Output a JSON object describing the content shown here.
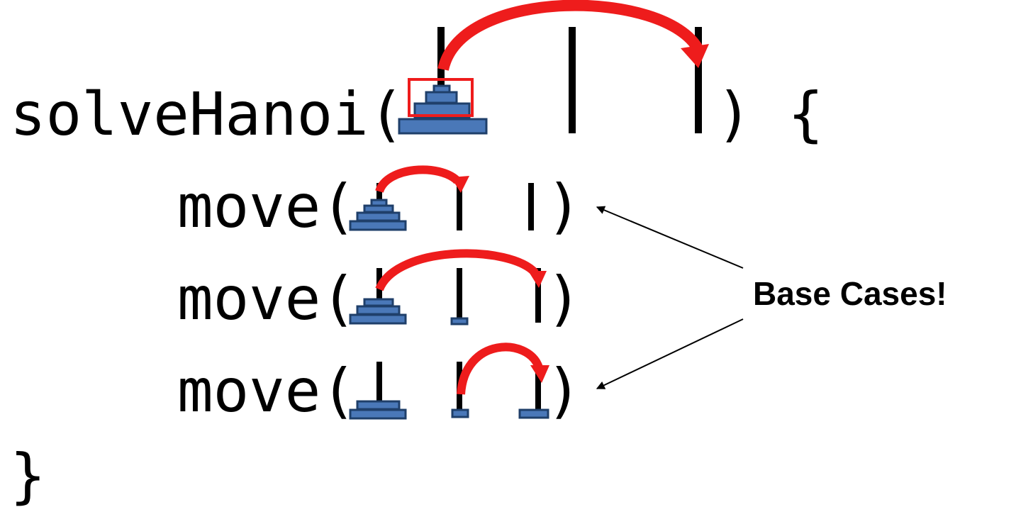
{
  "code": {
    "line1": "solveHanoi(",
    "line1_close": ") {",
    "calls": [
      {
        "prefix": "move(",
        "suffix": ")"
      },
      {
        "prefix": "move(",
        "suffix": ")"
      },
      {
        "prefix": "move(",
        "suffix": ")"
      }
    ],
    "closing_brace": "}"
  },
  "callout": {
    "label": "Base Cases!"
  },
  "colors": {
    "disk_fill": "#4a78b8",
    "disk_stroke": "#1f3f6a",
    "arrow": "#ee1c1c",
    "highlight_box": "#ee1c1c",
    "text": "#000000"
  },
  "icons": [
    "hanoi-tower-icon",
    "move-arrow-icon",
    "callout-arrow-icon"
  ]
}
